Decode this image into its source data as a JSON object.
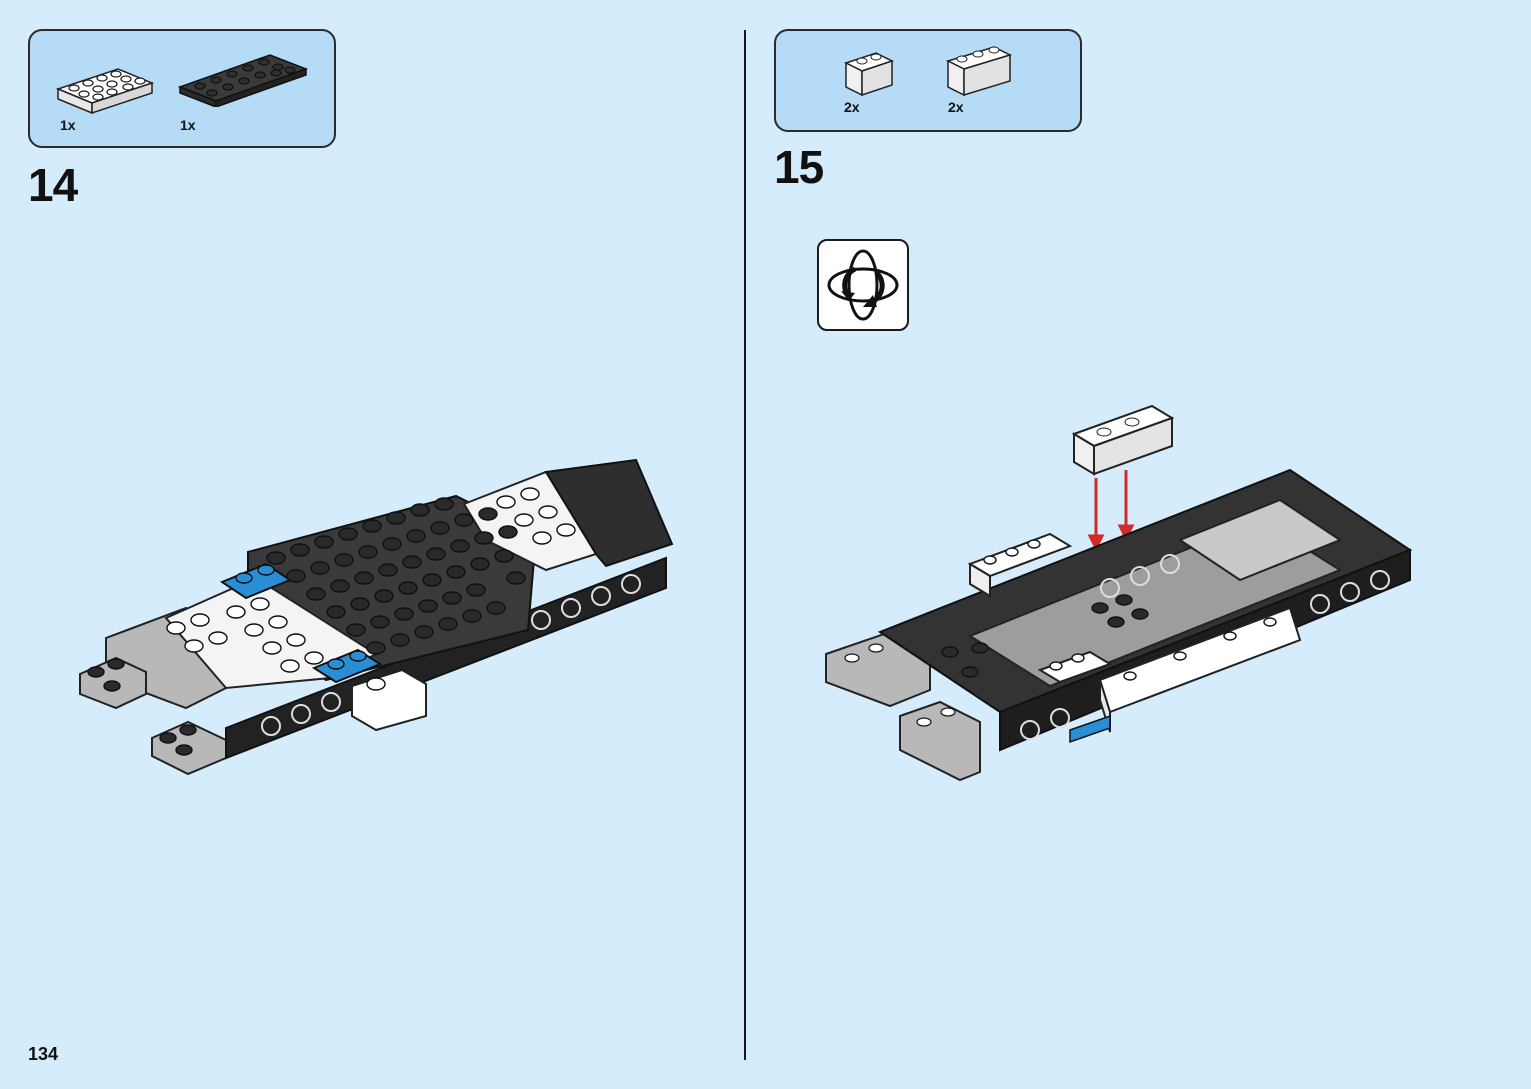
{
  "page": {
    "number": "134"
  },
  "left_step": {
    "number": "14",
    "parts": [
      {
        "quantity": "1x",
        "part": "white 2x6 plate"
      },
      {
        "quantity": "1x",
        "part": "black 2x6 plate"
      }
    ]
  },
  "right_step": {
    "number": "15",
    "parts": [
      {
        "quantity": "2x",
        "part": "white 1x2 brick"
      },
      {
        "quantity": "2x",
        "part": "white 1x3 brick"
      }
    ],
    "rotate_icon": "rotate-model-icon"
  },
  "colors": {
    "background": "#d4ecfb",
    "parts_box": "#b6dbf6",
    "arrow": "#d32a2a",
    "brick_black": "#2a2a2a",
    "brick_white": "#ffffff",
    "brick_grey": "#b0b0b0",
    "brick_blue": "#2a8ed6"
  }
}
